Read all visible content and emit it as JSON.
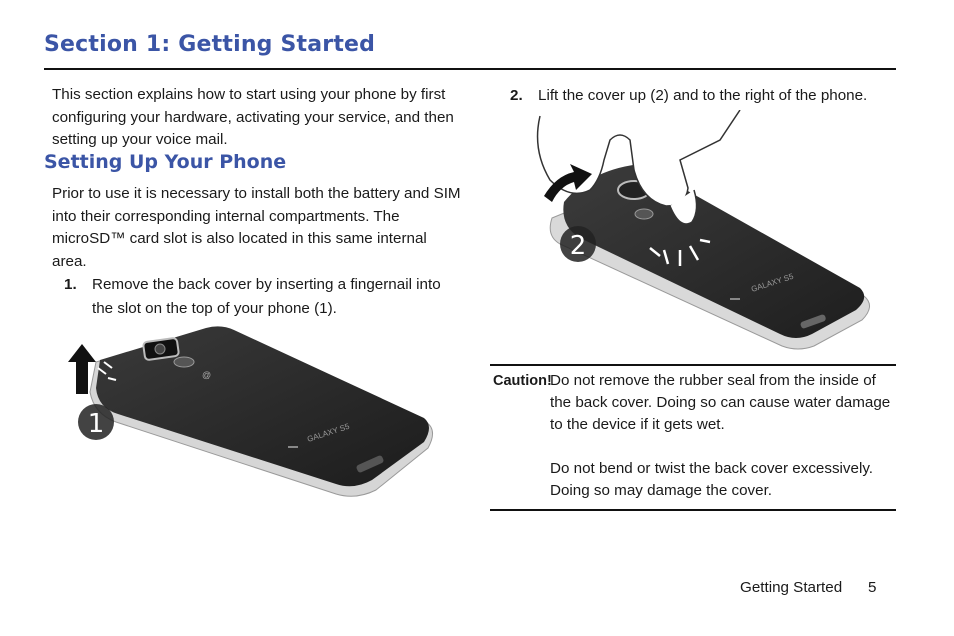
{
  "header": {
    "section_title": "Section 1: Getting Started"
  },
  "intro": {
    "text": "This section explains how to start using your phone by first configuring your hardware, activating your service, and then setting up your voice mail."
  },
  "setup": {
    "heading": "Setting Up Your Phone",
    "text": "Prior to use it is necessary to install both the battery and SIM into their corresponding internal compartments. The microSD™ card slot is also located in this same internal area."
  },
  "steps": [
    {
      "number": "1.",
      "text": "Remove the back cover by inserting a fingernail into the slot on the top of your phone (1)."
    },
    {
      "number": "2.",
      "text": "Lift the cover up (2) and to the right of the phone."
    }
  ],
  "figures": {
    "fig1_callout": "1",
    "fig2_callout": "2",
    "phone_brand": "GALAXY S5"
  },
  "caution": {
    "label": "Caution!",
    "text1": "Do not remove the rubber seal from the inside of the back cover. Doing so can cause water damage to the device if it gets wet.",
    "text2": "Do not bend or twist the back cover excessively. Doing so may damage the cover."
  },
  "footer": {
    "section_label": "Getting Started",
    "page_number": "5"
  }
}
